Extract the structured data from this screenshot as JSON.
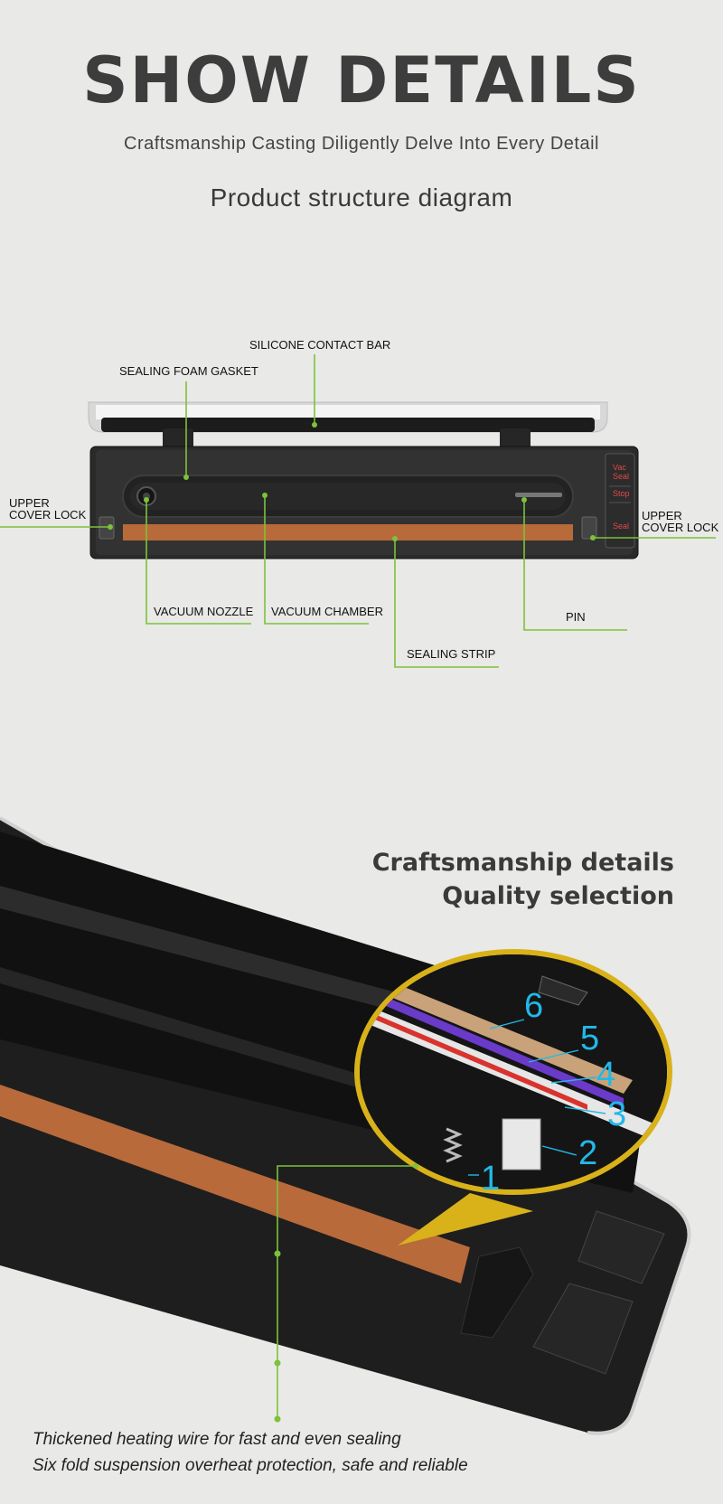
{
  "header": {
    "title": "SHOW DETAILS",
    "subtitle": "Craftsmanship Casting Diligently Delve Into Every Detail",
    "section_title": "Product structure diagram"
  },
  "diagram": {
    "labels": {
      "silicone_contact_bar": "SILICONE CONTACT BAR",
      "sealing_foam_gasket": "SEALING FOAM GASKET",
      "upper_cover_lock_left_1": "UPPER",
      "upper_cover_lock_left_2": "COVER LOCK",
      "upper_cover_lock_right_1": "UPPER",
      "upper_cover_lock_right_2": "COVER LOCK",
      "vacuum_nozzle": "VACUUM NOZZLE",
      "vacuum_chamber": "VACUUM CHAMBER",
      "sealing_strip": "SEALING STRIP",
      "pin": "PIN"
    },
    "panel_buttons": {
      "vac": "Vac",
      "seal1": "Seal",
      "stop": "Stop",
      "seal2": "Seal"
    }
  },
  "details": {
    "heading_line1": "Craftsmanship details",
    "heading_line2": "Quality selection",
    "numbers": [
      "1",
      "2",
      "3",
      "4",
      "5",
      "6"
    ],
    "features": [
      "Thickened heating wire for fast and even sealing",
      "Six fold suspension overheat protection, safe and reliable"
    ]
  },
  "colors": {
    "leader_green": "#7cc23a",
    "number_cyan": "#22b8e8",
    "zoom_ring_yellow": "#d9b21a",
    "sealing_strip_brown": "#b86a3a",
    "button_red": "#e04a48"
  }
}
